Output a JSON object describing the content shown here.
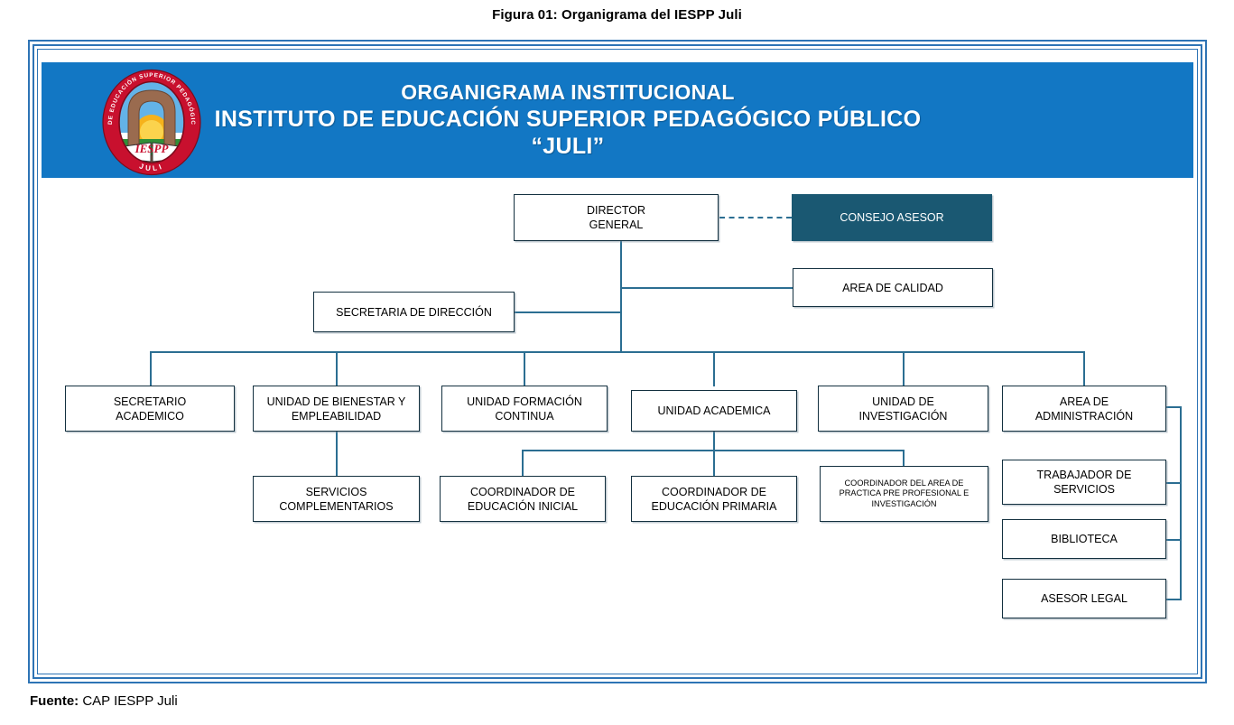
{
  "figure": {
    "caption": "Figura 01: Organigrama del IESPP Juli",
    "source_label": "Fuente:",
    "source_value": "CAP IESPP Juli"
  },
  "header": {
    "title_line1": "ORGANIGRAMA INSTITUCIONAL",
    "title_line2": "INSTITUTO DE EDUCACIÓN SUPERIOR PEDAGÓGICO PÚBLICO",
    "title_line3": "“JULI”",
    "background_color": "#1277C4",
    "text_color": "#FFFFFF"
  },
  "seal": {
    "ring_text_top": "INSTITUTO DE EDUCACIÓN SUPERIOR PEDAGÓGICO PÚBLICO",
    "ring_text_bottom": "JULI",
    "book_text": "IESPP",
    "ring_color": "#C8102E",
    "ring_text_color": "#FFFFFF"
  },
  "colors": {
    "frame": "#2E74B5",
    "connector": "#2B6E92",
    "node_border": "#13303F",
    "node_fill": "#FFFFFF",
    "accent_fill": "#1A5872"
  },
  "chart_data": {
    "type": "diagram",
    "title": "ORGANIGRAMA INSTITUCIONAL INSTITUTO DE EDUCACIÓN SUPERIOR PEDAGÓGICO PÚBLICO “JULI”",
    "nodes": [
      {
        "id": "director-general",
        "label": "DIRECTOR\nGENERAL",
        "level": 0,
        "style": "plain"
      },
      {
        "id": "consejo-asesor",
        "label": "CONSEJO ASESOR",
        "level": 0,
        "style": "filled"
      },
      {
        "id": "area-de-calidad",
        "label": "AREA DE CALIDAD",
        "level": 1,
        "style": "plain"
      },
      {
        "id": "secretaria-de-direccion",
        "label": "SECRETARIA DE DIRECCIÓN",
        "level": 1,
        "style": "plain"
      },
      {
        "id": "secretario-academico",
        "label": "SECRETARIO\nACADEMICO",
        "level": 2,
        "style": "plain"
      },
      {
        "id": "unidad-bienestar",
        "label": "UNIDAD DE BIENESTAR Y\nEMPLEABILIDAD",
        "level": 2,
        "style": "plain"
      },
      {
        "id": "unidad-formacion",
        "label": "UNIDAD FORMACIÓN\nCONTINUA",
        "level": 2,
        "style": "plain"
      },
      {
        "id": "unidad-academica",
        "label": "UNIDAD ACADEMICA",
        "level": 2,
        "style": "plain"
      },
      {
        "id": "unidad-investigacion",
        "label": "UNIDAD DE\nINVESTIGACIÓN",
        "level": 2,
        "style": "plain"
      },
      {
        "id": "area-administracion",
        "label": "AREA DE\nADMINISTRACIÓN",
        "level": 2,
        "style": "plain"
      },
      {
        "id": "servicios-complementarios",
        "label": "SERVICIOS\nCOMPLEMENTARIOS",
        "level": 3,
        "style": "plain"
      },
      {
        "id": "coord-inicial",
        "label": "COORDINADOR DE\nEDUCACIÓN INICIAL",
        "level": 3,
        "style": "plain"
      },
      {
        "id": "coord-primaria",
        "label": "COORDINADOR DE\nEDUCACIÓN PRIMARIA",
        "level": 3,
        "style": "plain"
      },
      {
        "id": "coord-practica",
        "label": "COORDINADOR DEL AREA DE\nPRACTICA PRE PROFESIONAL E\nINVESTIGACIÓN",
        "level": 3,
        "style": "plain"
      },
      {
        "id": "trabajador-servicios",
        "label": "TRABAJADOR DE\nSERVICIOS",
        "level": 3,
        "style": "plain"
      },
      {
        "id": "biblioteca",
        "label": "BIBLIOTECA",
        "level": 3,
        "style": "plain"
      },
      {
        "id": "asesor-legal",
        "label": "ASESOR LEGAL",
        "level": 3,
        "style": "plain"
      }
    ],
    "edges": [
      {
        "from": "director-general",
        "to": "consejo-asesor",
        "style": "dashed"
      },
      {
        "from": "director-general",
        "to": "area-de-calidad",
        "style": "solid"
      },
      {
        "from": "director-general",
        "to": "secretaria-de-direccion",
        "style": "solid"
      },
      {
        "from": "director-general",
        "to": "secretario-academico",
        "style": "solid"
      },
      {
        "from": "director-general",
        "to": "unidad-bienestar",
        "style": "solid"
      },
      {
        "from": "director-general",
        "to": "unidad-formacion",
        "style": "solid"
      },
      {
        "from": "director-general",
        "to": "unidad-academica",
        "style": "solid"
      },
      {
        "from": "director-general",
        "to": "unidad-investigacion",
        "style": "solid"
      },
      {
        "from": "director-general",
        "to": "area-administracion",
        "style": "solid"
      },
      {
        "from": "unidad-bienestar",
        "to": "servicios-complementarios",
        "style": "solid"
      },
      {
        "from": "unidad-academica",
        "to": "coord-inicial",
        "style": "solid"
      },
      {
        "from": "unidad-academica",
        "to": "coord-primaria",
        "style": "solid"
      },
      {
        "from": "unidad-academica",
        "to": "coord-practica",
        "style": "solid"
      },
      {
        "from": "area-administracion",
        "to": "trabajador-servicios",
        "style": "solid"
      },
      {
        "from": "area-administracion",
        "to": "biblioteca",
        "style": "solid"
      },
      {
        "from": "area-administracion",
        "to": "asesor-legal",
        "style": "solid"
      }
    ]
  },
  "labels": {
    "director_general_l1": "DIRECTOR",
    "director_general_l2": "GENERAL",
    "consejo_asesor": "CONSEJO ASESOR",
    "area_de_calidad": "AREA DE CALIDAD",
    "secretaria_de_direccion": "SECRETARIA DE DIRECCIÓN",
    "secretario_academico_l1": "SECRETARIO",
    "secretario_academico_l2": "ACADEMICO",
    "unidad_bienestar_l1": "UNIDAD DE BIENESTAR Y",
    "unidad_bienestar_l2": "EMPLEABILIDAD",
    "unidad_formacion_l1": "UNIDAD FORMACIÓN",
    "unidad_formacion_l2": "CONTINUA",
    "unidad_academica": "UNIDAD ACADEMICA",
    "unidad_investigacion_l1": "UNIDAD DE",
    "unidad_investigacion_l2": "INVESTIGACIÓN",
    "area_administracion_l1": "AREA DE",
    "area_administracion_l2": "ADMINISTRACIÓN",
    "servicios_complementarios_l1": "SERVICIOS",
    "servicios_complementarios_l2": "COMPLEMENTARIOS",
    "coord_inicial_l1": "COORDINADOR DE",
    "coord_inicial_l2": "EDUCACIÓN INICIAL",
    "coord_primaria_l1": "COORDINADOR DE",
    "coord_primaria_l2": "EDUCACIÓN PRIMARIA",
    "coord_practica_l1": "COORDINADOR DEL AREA DE",
    "coord_practica_l2": "PRACTICA PRE PROFESIONAL E",
    "coord_practica_l3": "INVESTIGACIÓN",
    "trabajador_servicios_l1": "TRABAJADOR DE",
    "trabajador_servicios_l2": "SERVICIOS",
    "biblioteca": "BIBLIOTECA",
    "asesor_legal": "ASESOR LEGAL"
  }
}
